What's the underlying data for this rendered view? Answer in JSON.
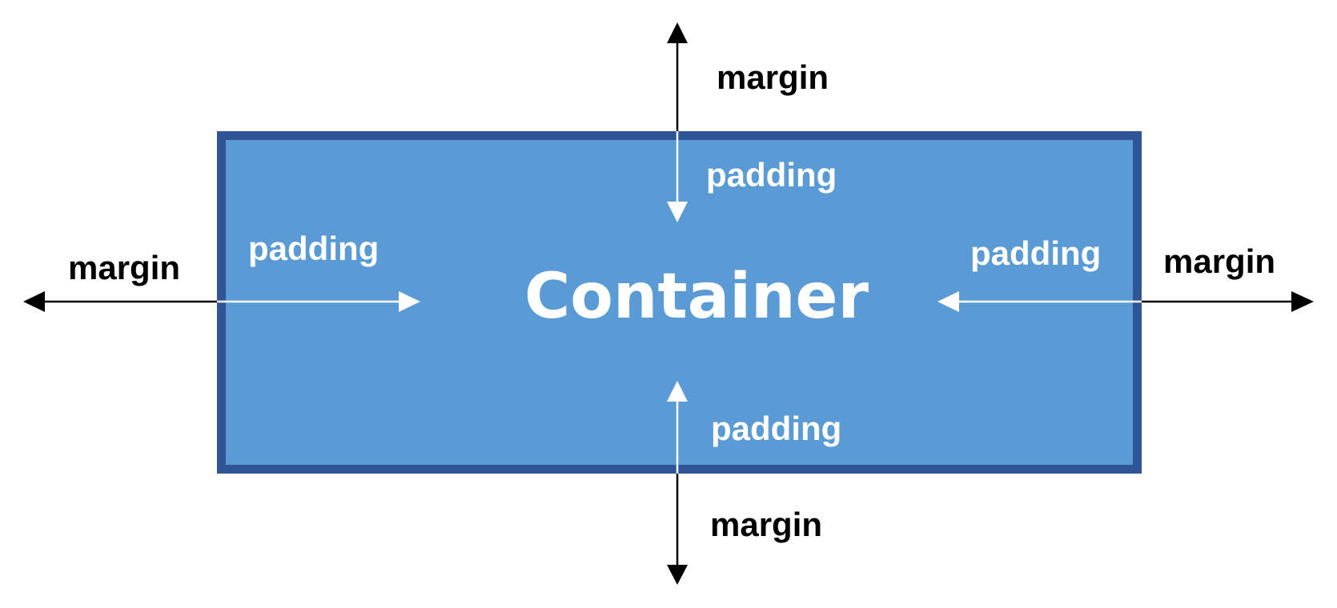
{
  "diagram": {
    "title": "Container",
    "margin_top": "margin",
    "margin_left": "margin",
    "margin_right": "margin",
    "margin_bottom": "margin",
    "padding_top": "padding",
    "padding_left": "padding",
    "padding_right": "padding",
    "padding_bottom": "padding",
    "colors": {
      "box_fill": "#5B9BD5",
      "box_border": "#2F5597",
      "margin_arrows": "#000000",
      "padding_arrows": "#ffffff"
    }
  }
}
